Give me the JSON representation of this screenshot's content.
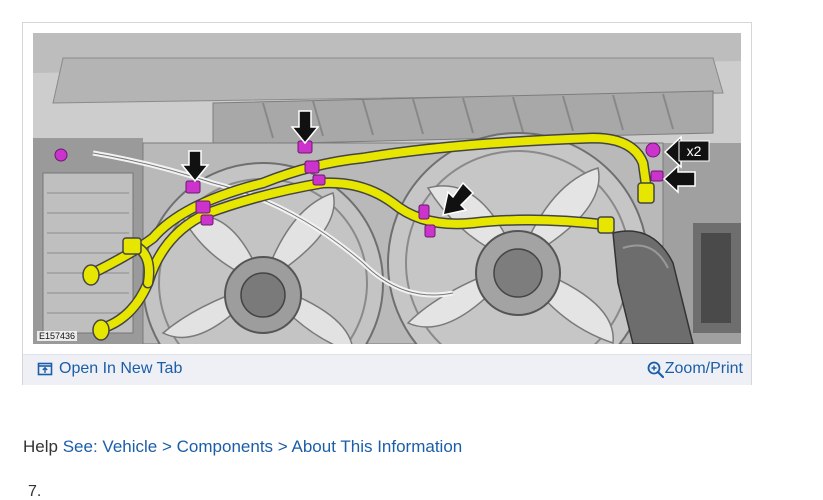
{
  "figure": {
    "code": "E157436",
    "callout_label": "x2",
    "open_tab_label": "Open In New Tab",
    "zoom_label": "Zoom/Print"
  },
  "help": {
    "prefix": "Help",
    "link_see": "See:",
    "link_vehicle": "Vehicle",
    "link_components": "Components",
    "link_about": "About This Information",
    "separator": ">"
  },
  "step": {
    "number": "7."
  },
  "colors": {
    "link": "#1b5ea8",
    "hose": "#e6e600",
    "clip": "#cc33cc",
    "toolbar_bg": "#eef0f5"
  },
  "icons": {
    "open_tab": "external-window-icon",
    "zoom": "magnifier-plus-icon",
    "arrow": "black-callout-arrow-icon"
  }
}
